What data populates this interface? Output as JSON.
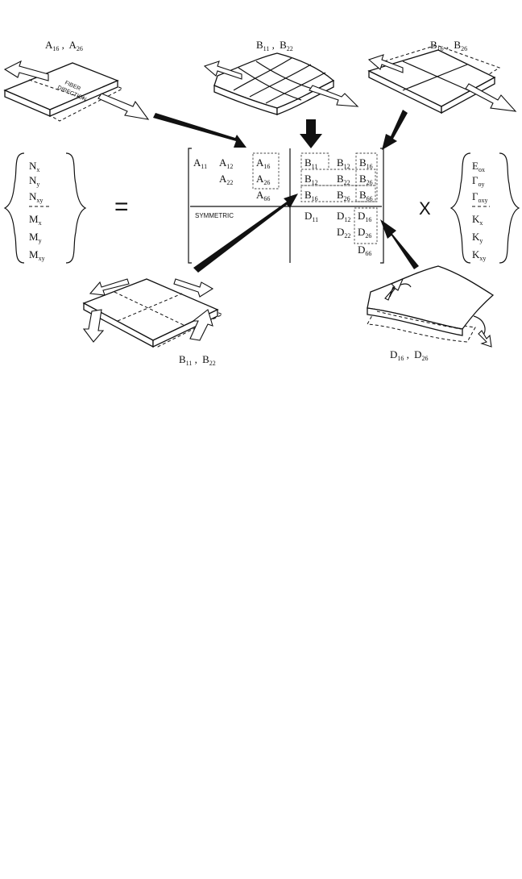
{
  "labels": {
    "top_left": {
      "main": [
        "A",
        "A"
      ],
      "sub": [
        "16",
        "26"
      ],
      "sep": " ,"
    },
    "top_center": {
      "main": [
        "B",
        "B"
      ],
      "sub": [
        "11",
        "22"
      ],
      "sep": " ,"
    },
    "top_right": {
      "main": [
        "B",
        "B"
      ],
      "sub": [
        "16",
        "26"
      ],
      "sep": " ,"
    },
    "bottom_left": {
      "main": [
        "B",
        "B"
      ],
      "sub": [
        "11",
        "22"
      ],
      "sep": " ,"
    },
    "bottom_right": {
      "main": [
        "D",
        "D"
      ],
      "sub": [
        "16",
        "26"
      ],
      "sep": " ,"
    },
    "fiber_direction": [
      "FIBER",
      "DIRECTION"
    ]
  },
  "force_vector": [
    {
      "main": "N",
      "sub": "x"
    },
    {
      "main": "N",
      "sub": "y"
    },
    {
      "main": "N",
      "sub": "xy"
    },
    {
      "main": "M",
      "sub": "x"
    },
    {
      "main": "M",
      "sub": "y"
    },
    {
      "main": "M",
      "sub": "xy"
    }
  ],
  "strain_vector": [
    {
      "main": "E",
      "sub": "ox"
    },
    {
      "main": "Γ",
      "sub": "oy"
    },
    {
      "main": "Γ",
      "sub": "oxy"
    },
    {
      "main": "K",
      "sub": "x"
    },
    {
      "main": "K",
      "sub": "y"
    },
    {
      "main": "K",
      "sub": "xy"
    }
  ],
  "operators": {
    "equals": "=",
    "times": "X"
  },
  "matrix": {
    "symmetric_label": "SYMMETRIC",
    "A": [
      {
        "main": "A",
        "sub": "11"
      },
      {
        "main": "A",
        "sub": "12"
      },
      {
        "main": "A",
        "sub": "16"
      },
      {
        "main": "A",
        "sub": "22"
      },
      {
        "main": "A",
        "sub": "26"
      },
      {
        "main": "A",
        "sub": "66"
      }
    ],
    "B": [
      {
        "main": "B",
        "sub": "11"
      },
      {
        "main": "B",
        "sub": "12"
      },
      {
        "main": "B",
        "sub": "16"
      },
      {
        "main": "B",
        "sub": "12"
      },
      {
        "main": "B",
        "sub": "22"
      },
      {
        "main": "B",
        "sub": "26"
      },
      {
        "main": "B",
        "sub": "16"
      },
      {
        "main": "B",
        "sub": "26"
      },
      {
        "main": "B",
        "sub": "66"
      }
    ],
    "D": [
      {
        "main": "D",
        "sub": "11"
      },
      {
        "main": "D",
        "sub": "12"
      },
      {
        "main": "D",
        "sub": "16"
      },
      {
        "main": "D",
        "sub": "22"
      },
      {
        "main": "D",
        "sub": "26"
      },
      {
        "main": "D",
        "sub": "66"
      }
    ]
  }
}
